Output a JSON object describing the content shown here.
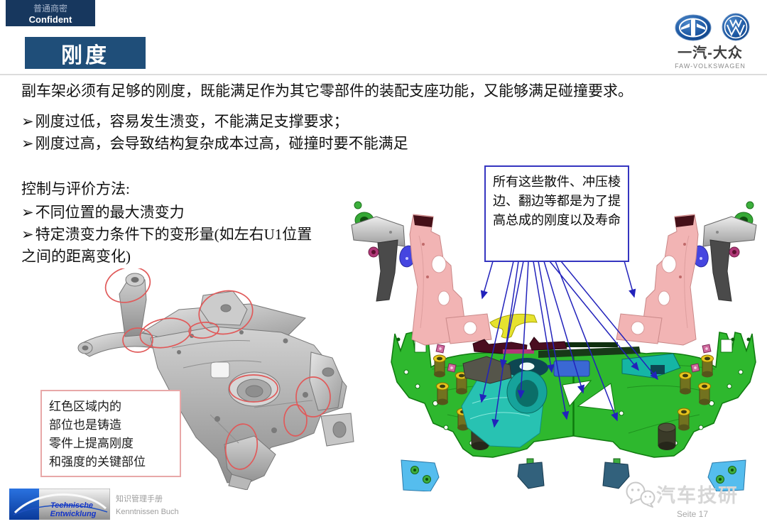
{
  "badge": {
    "classification": "普通商密",
    "label": "Confident"
  },
  "brand": {
    "name_cn": "一汽-大众",
    "name_en": "FAW-VOLKSWAGEN"
  },
  "title": "刚度",
  "body": {
    "intro": "副车架必须有足够的刚度，既能满足作为其它零部件的装配支座功能，又能够满足碰撞要求。",
    "bullet_marker": "➢",
    "bullets": [
      "刚度过低，容易发生溃变，不能满足支撑要求；",
      "刚度过高，会导致结构复杂成本过高，碰撞时要不能满足"
    ],
    "method_heading": "控制与评价方法:",
    "method_bullets": [
      "不同位置的最大溃变力",
      "特定溃变力条件下的变形量(如左右U1位置之间的距离变化)"
    ]
  },
  "callouts": {
    "parts_note": "所有这些散件、冲压棱边、翻边等都是为了提高总成的刚度以及寿命",
    "casting_note_lines": [
      "红色区域内的",
      "部位也是铸造",
      "零件上提高刚度",
      "和强度的关键部位"
    ]
  },
  "footer": {
    "logo_line1": "Technische",
    "logo_line2": "Entwicklung",
    "manual_cn": "知识管理手册",
    "manual_de": "Kenntnissen Buch",
    "watermark": "汽车技研",
    "page": "Seite 17"
  },
  "colors": {
    "header_blue": "#1f4e79",
    "badge_blue": "#17375e",
    "callout_border_blue": "#3535c0",
    "arrow_blue": "#2222bb",
    "highlight_red": "#e05a5a",
    "casting_box_border": "#e8a8a8",
    "subframe_green": "#2eb82e",
    "reinforcement_cyan": "#28c2b2",
    "bracket_pink": "#f2b4b4",
    "bushing_yellow": "#e7c51d",
    "corner_bracket_blue": "#55bdee"
  }
}
